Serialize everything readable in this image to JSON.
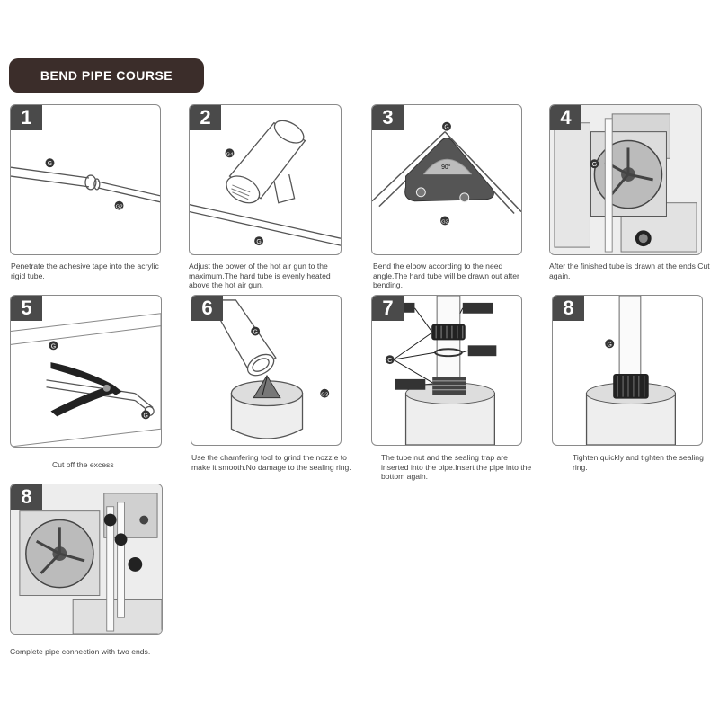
{
  "banner": {
    "title": "BEND PIPE COURSE"
  },
  "steps": [
    {
      "number": "1",
      "caption": "Penetrate the adhesive tape into the acrylic rigid tube."
    },
    {
      "number": "2",
      "caption": "Adjust the power of the hot air gun to the maximum.The hard tube is evenly heated above the hot air gun."
    },
    {
      "number": "3",
      "caption": "Bend the elbow according to the need angle.The hard tube will be drawn out after bending.",
      "angle_label": "90°"
    },
    {
      "number": "4",
      "caption": "After the finished tube is drawn at the ends Cut again."
    },
    {
      "number": "5",
      "caption": "Cut off the excess"
    },
    {
      "number": "6",
      "caption": "Use the chamfering tool to grind the nozzle to make it smooth.No damage to the sealing ring."
    },
    {
      "number": "7",
      "caption": "The tube nut and the sealing trap are inserted into the pipe.Insert the pipe into the bottom again."
    },
    {
      "number": "8",
      "caption": "Tighten quickly and tighten the sealing ring."
    },
    {
      "number": "8",
      "caption": "Complete pipe connection with two ends."
    }
  ],
  "callouts": {
    "g1": "G",
    "g2": "G2",
    "g3": "G3",
    "g4": "G4",
    "gc": "C"
  },
  "colors": {
    "banner_bg": "#3b2d2a",
    "number_bg": "#4a4a4a",
    "panel_border": "#8a8a8a",
    "line": "#555555"
  }
}
